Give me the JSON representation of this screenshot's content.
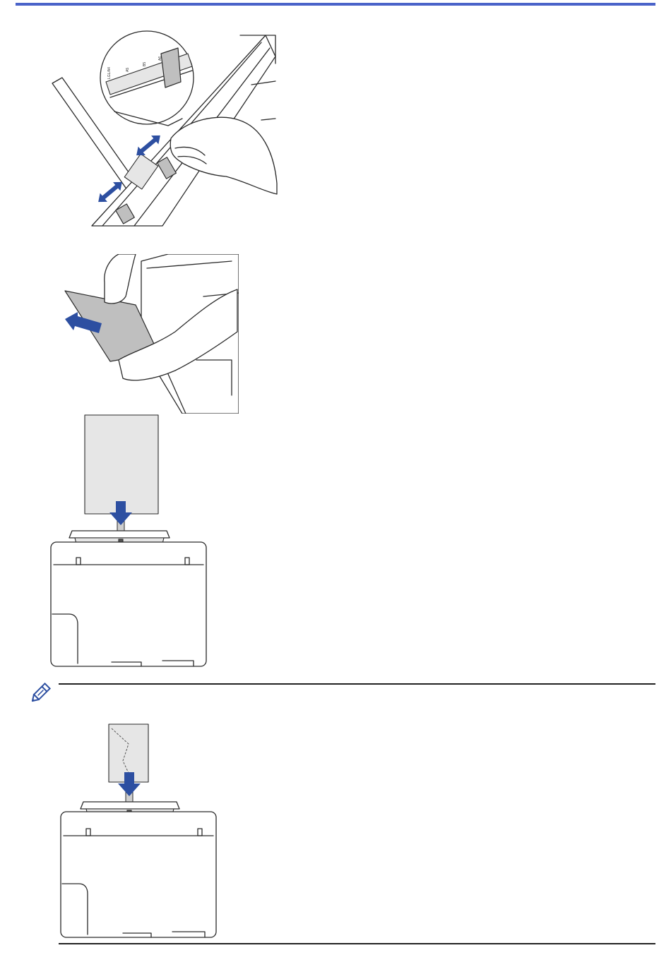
{
  "colors": {
    "accent": "#4a63c9",
    "arrow": "#2d4fa1",
    "note_icon": "#2d4fa1"
  },
  "figures": {
    "guide_inset": {
      "size_marks": [
        "LGL/A4",
        "A5",
        "B5",
        "A6"
      ]
    }
  },
  "icons": [
    "pencil-note-icon",
    "double-arrow-icon",
    "down-arrow-icon",
    "push-arrow-icon"
  ]
}
